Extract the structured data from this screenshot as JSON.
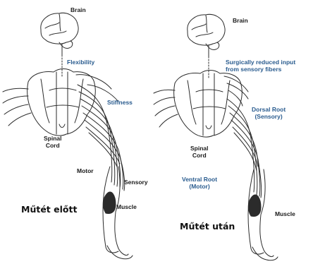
{
  "left_panel": {
    "brain": "Brain",
    "flexibility": "Flexibility",
    "stiffness": "Stiffness",
    "spinal_cord": [
      "Spinal",
      "Cord"
    ],
    "motor": "Motor",
    "sensory": "Sensory",
    "muscle": "Muscle",
    "caption": "Műtét előtt"
  },
  "right_panel": {
    "brain": "Brain",
    "reduced_input": [
      "Surgically reduced input",
      "from sensory fibers"
    ],
    "dorsal_root": [
      "Dorsal Root",
      "(Sensory)"
    ],
    "spinal_cord": [
      "Spinal",
      "Cord"
    ],
    "ventral_root": [
      "Ventral Root",
      "(Motor)"
    ],
    "muscle": "Muscle",
    "caption": "Műtét után"
  },
  "colors": {
    "line": "#2b2b2b",
    "blue_label": "#2a5c8f",
    "dark_label": "#1a1a1a"
  }
}
